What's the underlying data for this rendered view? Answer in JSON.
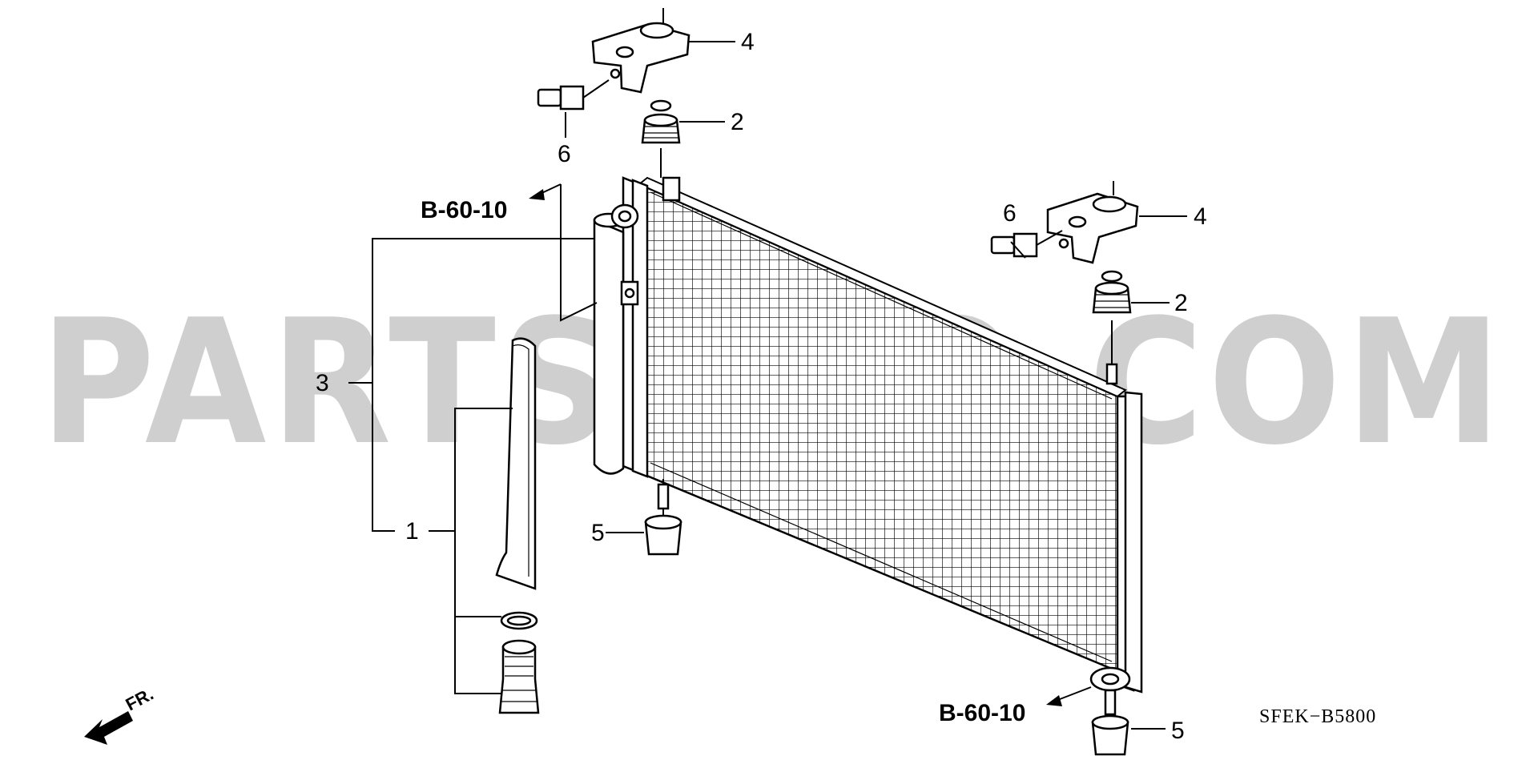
{
  "watermark": {
    "text": "PARTSOUQ.COM"
  },
  "diagram_code": "SFEK−B5800",
  "front_indicator": "FR.",
  "references": {
    "upper_left": "B-60-10",
    "lower_right": "B-60-10"
  },
  "callouts": {
    "c1": "1",
    "c2a": "2",
    "c2b": "2",
    "c3": "3",
    "c4a": "4",
    "c4b": "4",
    "c5a": "5",
    "c5b": "5",
    "c6a": "6",
    "c6b": "6"
  }
}
